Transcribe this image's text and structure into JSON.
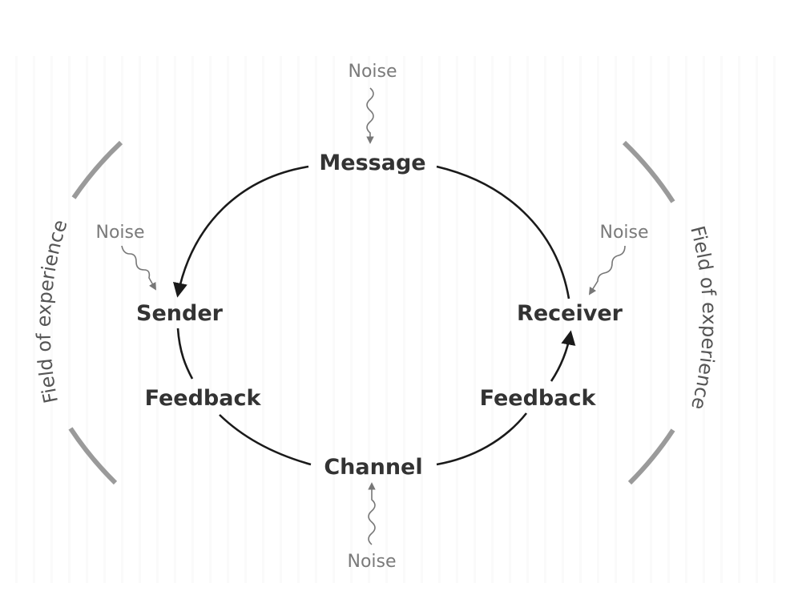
{
  "diagram": {
    "type": "communication-model",
    "nodes": {
      "message": "Message",
      "sender": "Sender",
      "receiver": "Receiver",
      "channel": "Channel",
      "feedback_left": "Feedback",
      "feedback_right": "Feedback"
    },
    "noise": {
      "top": "Noise",
      "left": "Noise",
      "right": "Noise",
      "bottom": "Noise"
    },
    "field_of_experience": {
      "left": "Field of experience",
      "right": "Field of experience"
    },
    "edges": [
      {
        "from": "Message",
        "to": "Sender",
        "arrow": true
      },
      {
        "from": "Message",
        "to": "Receiver",
        "arrow": false
      },
      {
        "from": "Sender",
        "to": "Feedback",
        "arrow": false
      },
      {
        "from": "Feedback",
        "to": "Channel",
        "arrow": false
      },
      {
        "from": "Channel",
        "to": "Feedback",
        "arrow": false
      },
      {
        "from": "Feedback",
        "to": "Receiver",
        "arrow": true
      }
    ],
    "colors": {
      "line": "#1a1a1a",
      "node_text": "#333333",
      "noise_text": "#7a7a7a",
      "bracket": "#9a9a9a"
    }
  }
}
